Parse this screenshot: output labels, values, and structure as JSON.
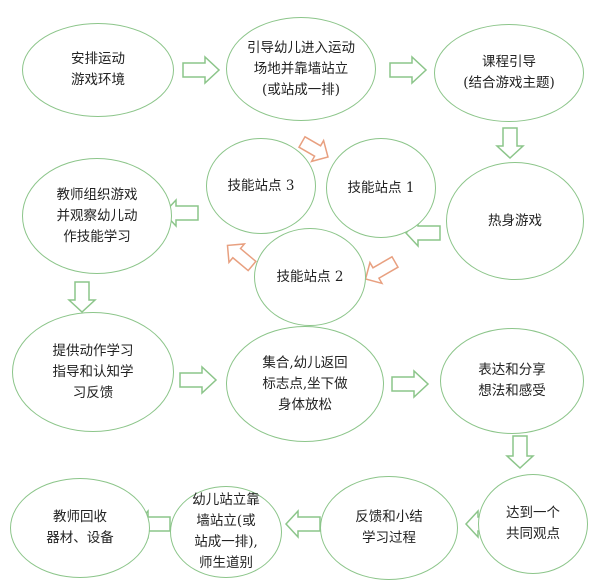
{
  "colors": {
    "node_border": "#8cc58a",
    "arrow_green": "#8cc58a",
    "arrow_orange": "#e8a080",
    "text": "#222222",
    "background": "#ffffff"
  },
  "nodes": {
    "arrange": "安排运动\n游戏环境",
    "guide_in": "引导幼儿进入运动\n场地并靠墙站立\n(或站成一排)",
    "course_intro": "课程引导\n(结合游戏主题)",
    "warmup": "热身游戏",
    "station3": "技能站点 3",
    "station1": "技能站点 1",
    "station2": "技能站点 2",
    "teacher_observe": "教师组织游戏\n并观察幼儿动\n作技能学习",
    "feedback_learning": "提供动作学习\n指导和认知学\n习反馈",
    "gather": "集合,幼儿返回\n标志点,坐下做\n身体放松",
    "express": "表达和分享\n想法和感受",
    "consensus": "达到一个\n共同观点",
    "summary": "反馈和小结\n学习过程",
    "line_up": "幼儿站立靠\n墙站立(或\n站成一排),\n师生道别",
    "collect": "教师回收\n器材、设备"
  }
}
